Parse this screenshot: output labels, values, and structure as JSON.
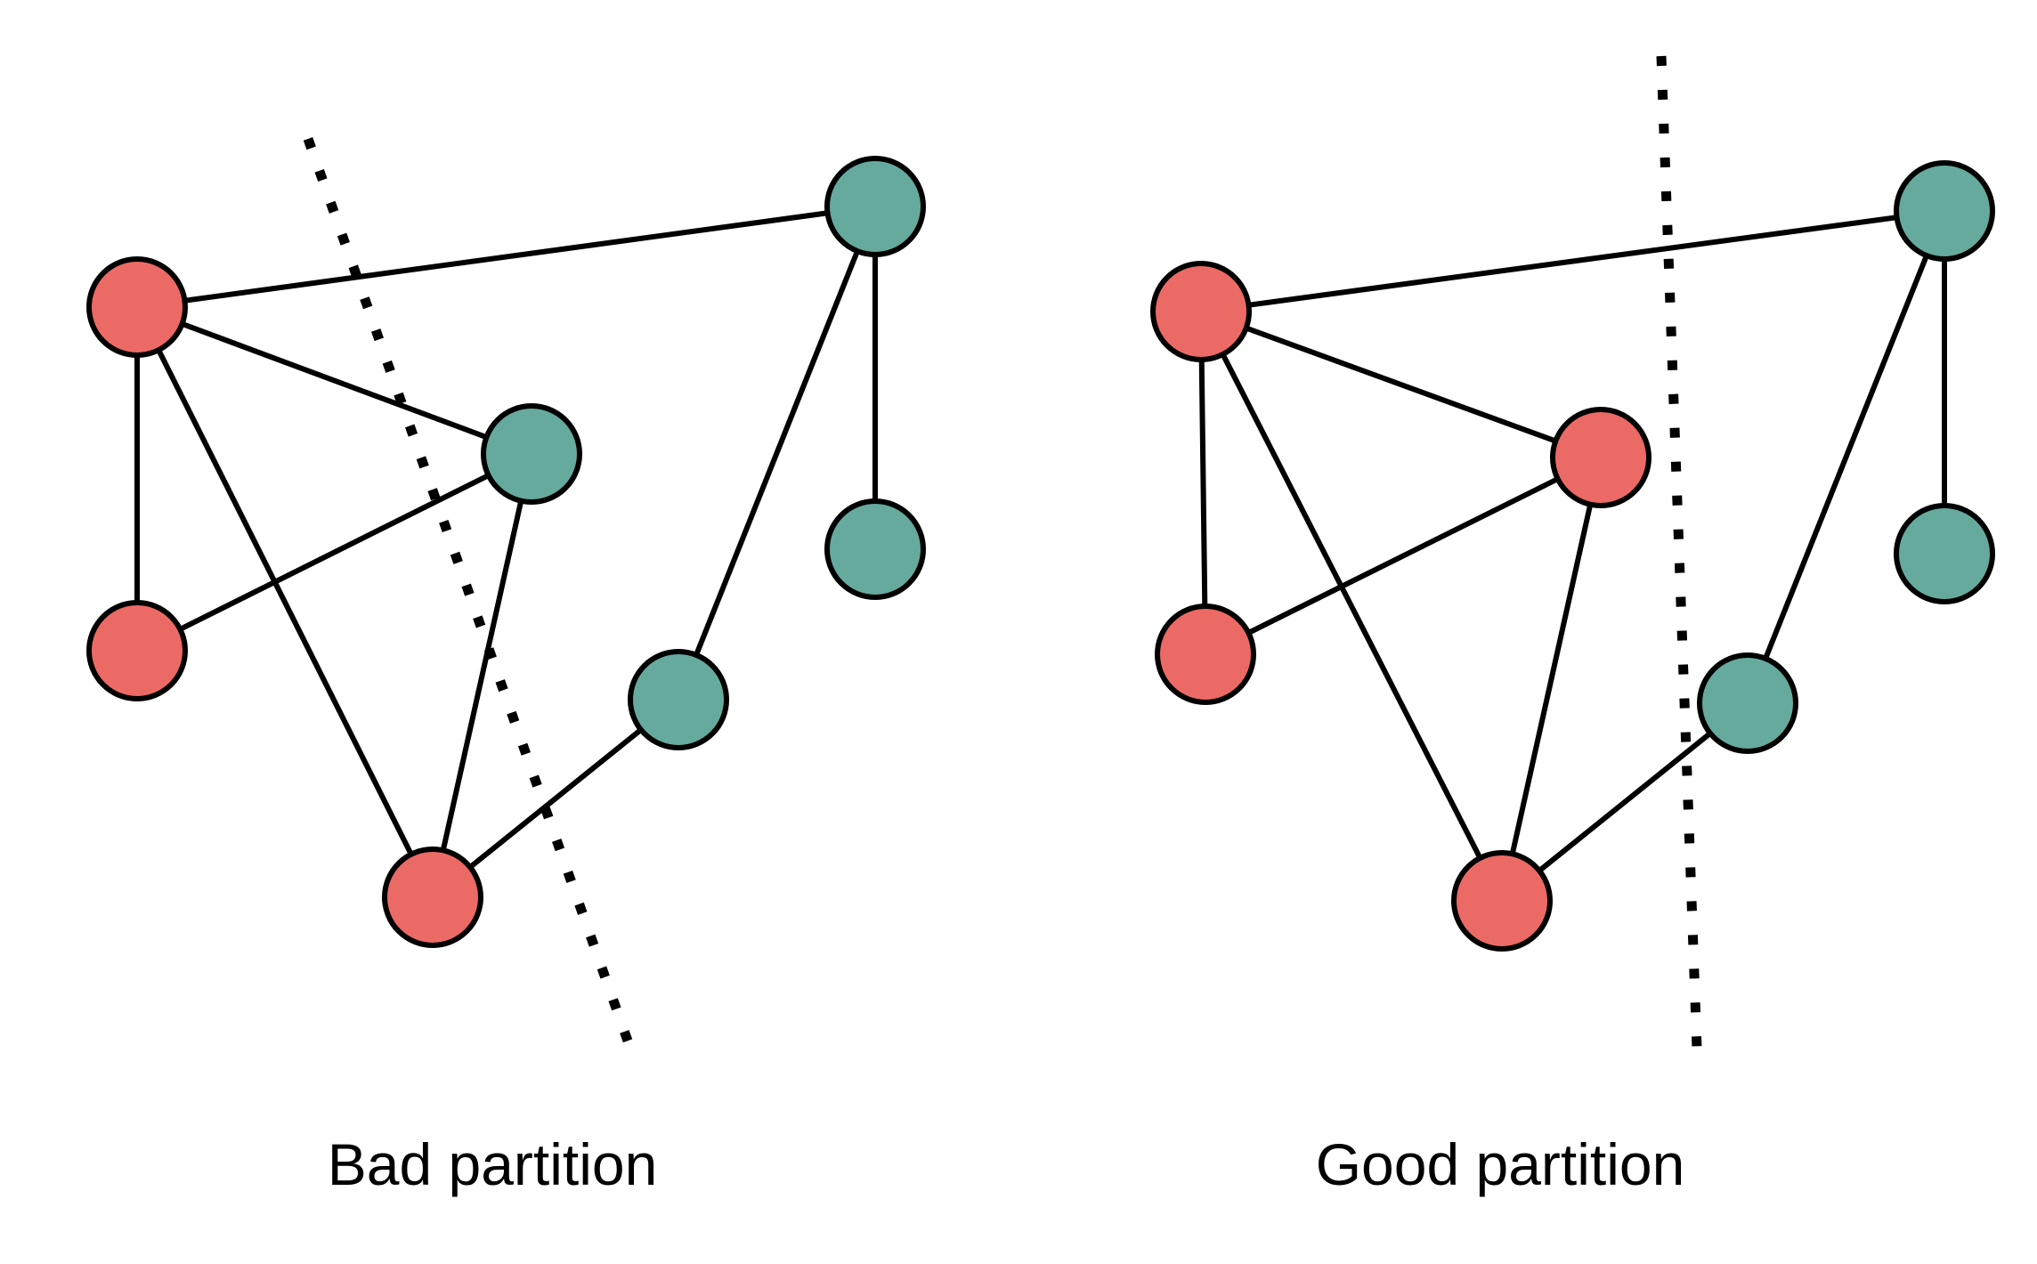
{
  "colors": {
    "red_node": "#ec6a65",
    "teal_node": "#66aa9e",
    "stroke": "#000000",
    "background": "#ffffff"
  },
  "panels": [
    {
      "id": "bad",
      "label": "Bad partition",
      "node_colors": [
        "red",
        "red",
        "teal",
        "red",
        "teal",
        "teal",
        "teal"
      ]
    },
    {
      "id": "good",
      "label": "Good partition",
      "node_colors": [
        "red",
        "red",
        "red",
        "red",
        "teal",
        "teal",
        "teal"
      ]
    }
  ]
}
